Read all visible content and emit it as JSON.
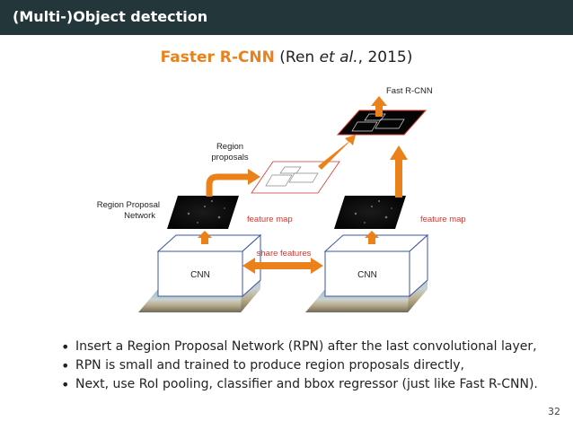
{
  "header": {
    "title": "(Multi-)Object detection"
  },
  "slide": {
    "title_accent": "Faster R-CNN",
    "title_rest_pre": " (Ren ",
    "title_italic": "et al.",
    "title_rest_post": ", 2015)"
  },
  "diagram": {
    "labels": {
      "fast_rcnn": "Fast R-CNN",
      "region_proposals_1": "Region",
      "region_proposals_2": "proposals",
      "rpn_1": "Region Proposal",
      "rpn_2": "Network",
      "feature_map_left": "feature map",
      "feature_map_right": "feature map",
      "share_features": "share features",
      "cnn_left": "CNN",
      "cnn_right": "CNN"
    },
    "colors": {
      "accent": "#eb811b",
      "red_label": "#d9342b",
      "box_edge": "#3b54a3"
    }
  },
  "bullets": [
    "Insert a Region Proposal Network (RPN) after the last convolutional layer,",
    "RPN is small and trained to produce region proposals directly,",
    "Next, use RoI pooling, classifier and bbox regressor (just like Fast R-CNN)."
  ],
  "page_number": "32"
}
